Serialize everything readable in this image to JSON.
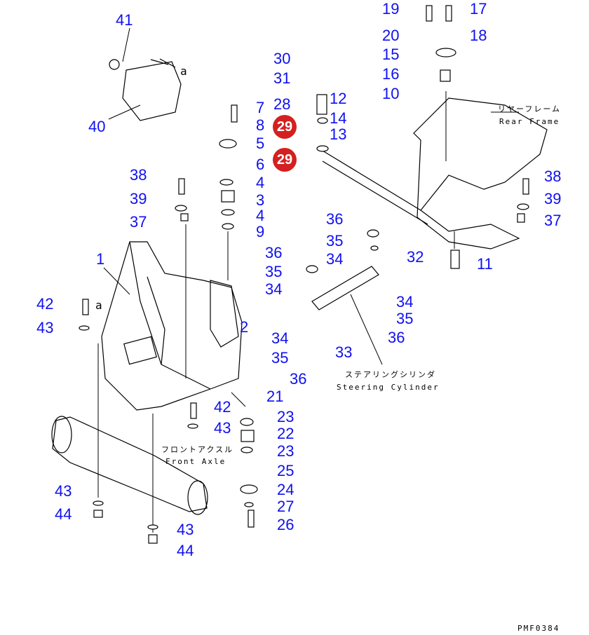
{
  "callouts": [
    "41",
    "40",
    "30",
    "31",
    "28",
    "12",
    "14",
    "13",
    "7",
    "8",
    "5",
    "6",
    "4",
    "3",
    "4",
    "9",
    "19",
    "17",
    "20",
    "18",
    "15",
    "16",
    "10",
    "38",
    "39",
    "37",
    "1",
    "36",
    "35",
    "34",
    "2",
    "42",
    "43",
    "36",
    "35",
    "34",
    "32",
    "34",
    "35",
    "36",
    "11",
    "38",
    "39",
    "37",
    "34",
    "35",
    "33",
    "36",
    "21",
    "42",
    "43",
    "23",
    "22",
    "23",
    "25",
    "24",
    "27",
    "26",
    "43",
    "44",
    "43",
    "44"
  ],
  "highlighted": [
    "29",
    "29"
  ],
  "view_marker": "a",
  "labels": {
    "rear_frame_jp": "リヤーフレーム",
    "rear_frame_en": "Rear Frame",
    "steering_jp": "ステアリングシリンダ",
    "steering_en": "Steering Cylinder",
    "front_axle_jp": "フロントアクスル",
    "front_axle_en": "Front Axle"
  },
  "drawing_code": "PMF0384",
  "colors": {
    "callout": "#1010f0",
    "highlight": "#d42020"
  }
}
